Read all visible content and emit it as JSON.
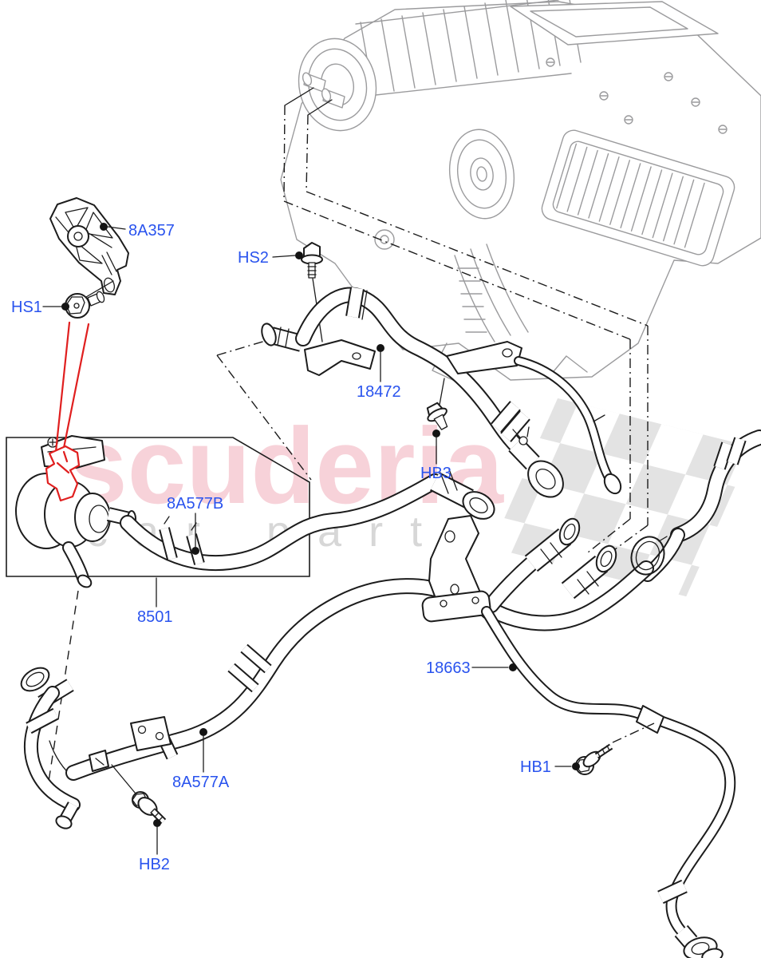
{
  "watermark": {
    "brand": "scuderia",
    "letters": "car parts"
  },
  "colors": {
    "label_blue": "#2953ee",
    "line_black": "#1c1c1c",
    "unit_gray": "#9b9b9d",
    "highlight_red": "#e01f1f",
    "brand_pink": "#f7d2d9",
    "letters_gray": "#d7d7d7",
    "checker_gray": "#e3e3e3"
  },
  "labels": [
    {
      "id": "8A357",
      "text": "8A357"
    },
    {
      "id": "HS1",
      "text": "HS1"
    },
    {
      "id": "HS2",
      "text": "HS2"
    },
    {
      "id": "18472",
      "text": "18472"
    },
    {
      "id": "HB3",
      "text": "HB3"
    },
    {
      "id": "8A577B",
      "text": "8A577B"
    },
    {
      "id": "8501",
      "text": "8501"
    },
    {
      "id": "8A577A",
      "text": "8A577A"
    },
    {
      "id": "HB2",
      "text": "HB2"
    },
    {
      "id": "18663",
      "text": "18663"
    },
    {
      "id": "HB1",
      "text": "HB1"
    }
  ]
}
